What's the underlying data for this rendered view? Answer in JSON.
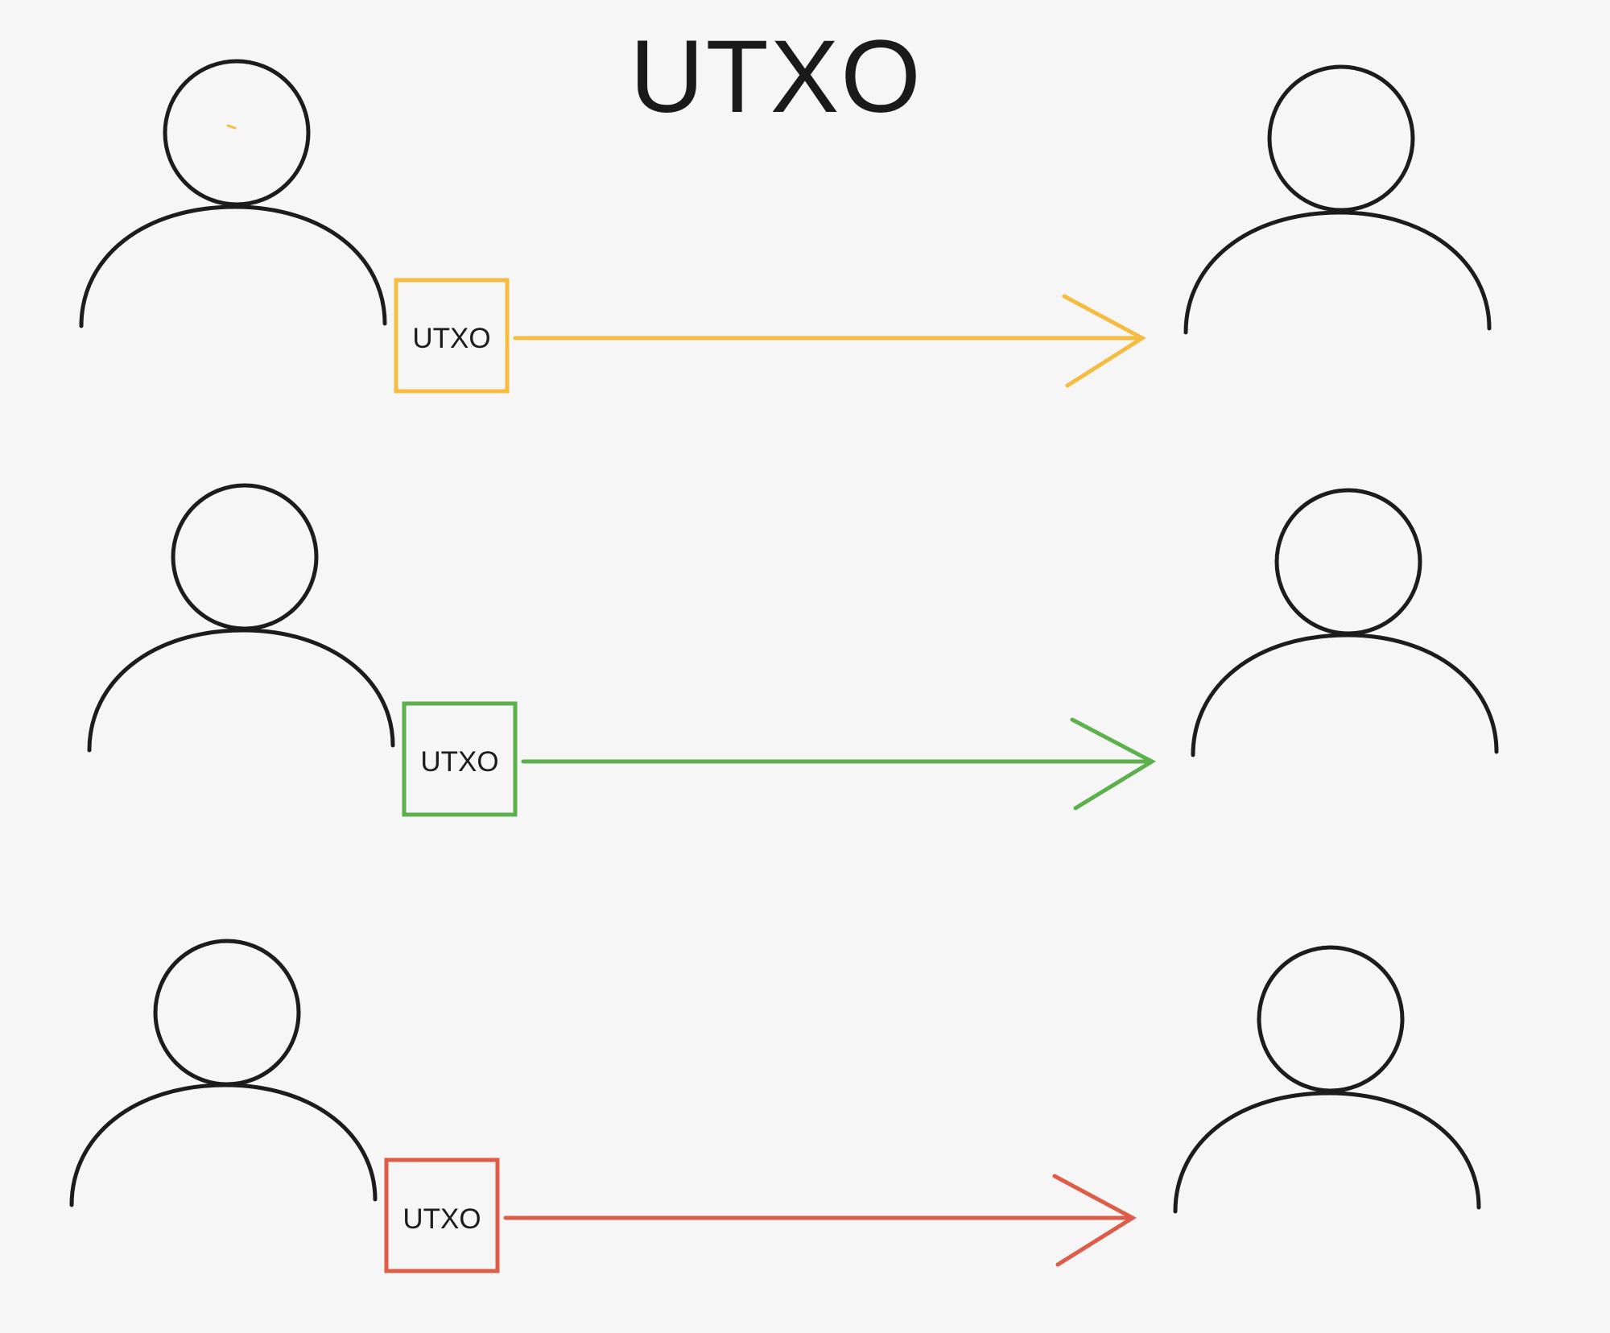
{
  "diagram": {
    "title": "UTXO",
    "transfers": [
      {
        "box_label": "UTXO",
        "color": "#f4bd41"
      },
      {
        "box_label": "UTXO",
        "color": "#5cb14c"
      },
      {
        "box_label": "UTXO",
        "color": "#df5c48"
      }
    ],
    "icons": {
      "sender": "person-icon",
      "receiver": "person-icon"
    },
    "colors": {
      "ink": "#1c1c1c",
      "background": "#f6f6f6"
    }
  }
}
